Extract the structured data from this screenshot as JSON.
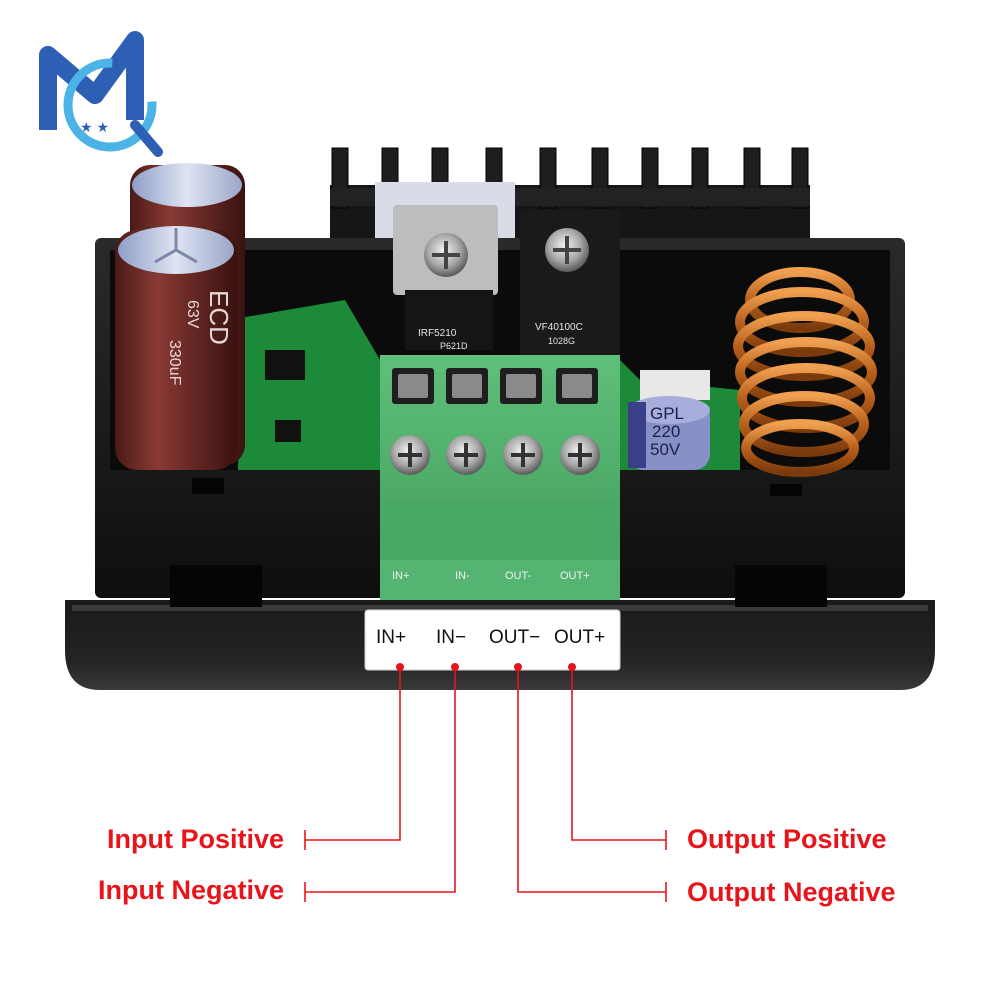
{
  "brand": {
    "logo_letters": "MQ",
    "logo_color": "#2d5fb4",
    "logo_accent": "#4cb3e6"
  },
  "terminal_labels": [
    "IN+",
    "IN−",
    "OUT−",
    "OUT+"
  ],
  "board_silkscreen": [
    "IN+",
    "IN-",
    "OUT-",
    "OUT+"
  ],
  "callouts": {
    "input_positive": "Input Positive",
    "input_negative": "Input Negative",
    "output_positive": "Output Positive",
    "output_negative": "Output Negative",
    "color": "#e8141b"
  },
  "components": {
    "mosfet": {
      "line1": "IRF5210",
      "line2": "P621D"
    },
    "diode": {
      "line1": "VF40100C",
      "line2": "1028G"
    },
    "output_cap": {
      "line1": "GPL",
      "line2": "220",
      "line3": "50V"
    },
    "input_cap": {
      "line1": "ECD",
      "line2": "63V",
      "line3": "330uF"
    }
  }
}
